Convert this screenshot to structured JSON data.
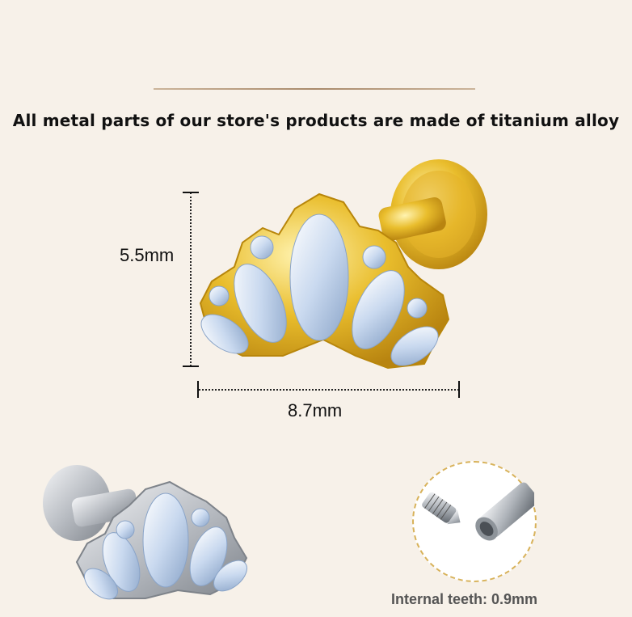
{
  "headline": "All metal parts of our store's products are made of titanium alloy",
  "dimensions": {
    "height_label": "5.5mm",
    "width_label": "8.7mm"
  },
  "threading": {
    "label": "Internal teeth: 0.9mm"
  },
  "colors": {
    "background": "#f7f1e9",
    "gold": "#e6b82a",
    "silver": "#c9ccd0",
    "zoom_ring": "#d8b25a"
  }
}
